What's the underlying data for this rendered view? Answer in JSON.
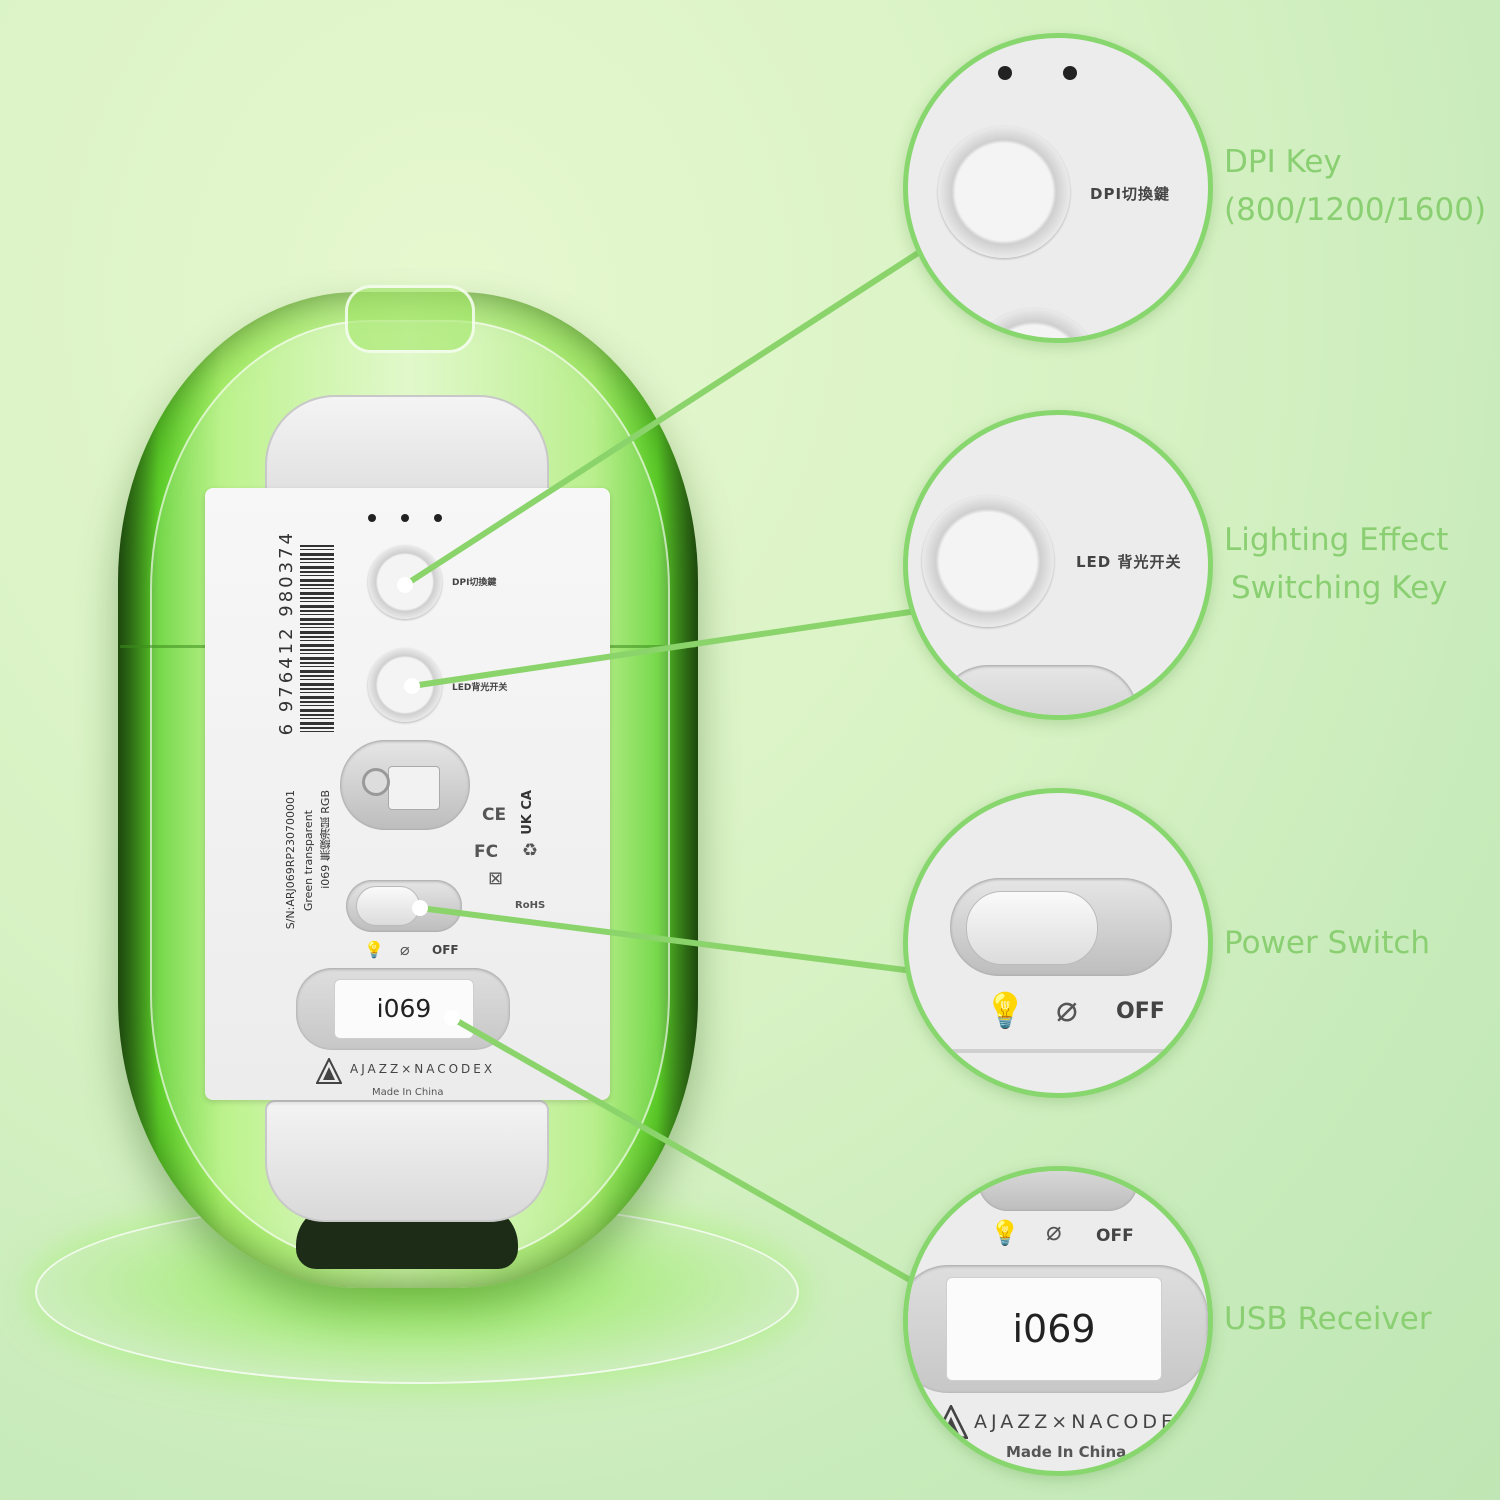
{
  "callouts": {
    "dpi": {
      "line1": "DPI Key",
      "line2": "(800/1200/1600)"
    },
    "lighting": {
      "line1": "Lighting Effect",
      "line2": "Switching Key"
    },
    "power": {
      "label": "Power Switch"
    },
    "usb": {
      "label": "USB Receiver"
    }
  },
  "mouse": {
    "barcode_number": "6 976412 980374",
    "dpi_button_label": "DPI切換鍵",
    "led_button_label": "LED背光开关",
    "switch_off_label": "OFF",
    "receiver_model": "i069",
    "brand": "AJAZZ×NACODEX",
    "made_in": "Made In China",
    "product_line1": "i069 無線滑鼠 RGB",
    "product_line2": "Green transparent",
    "serial": "S/N:ARJ069RP230700001",
    "cert_ce": "CE",
    "cert_fc": "FC",
    "cert_ukca": "UK CA",
    "cert_rohs": "RoHS"
  },
  "zoom": {
    "dpi_label": "DPI切換鍵",
    "led_label": "LED 背光开关",
    "off_label": "OFF",
    "receiver_model": "i069",
    "brand": "AJAZZ×NACODEX",
    "made_in": "Made In China"
  },
  "colors": {
    "accent_green": "#8bcf73",
    "mouse_green": "#7ee04a",
    "background": "#d8f2c4"
  },
  "icons": [
    "bulb-on-icon",
    "bulb-off-icon",
    "brand-logo-icon"
  ]
}
